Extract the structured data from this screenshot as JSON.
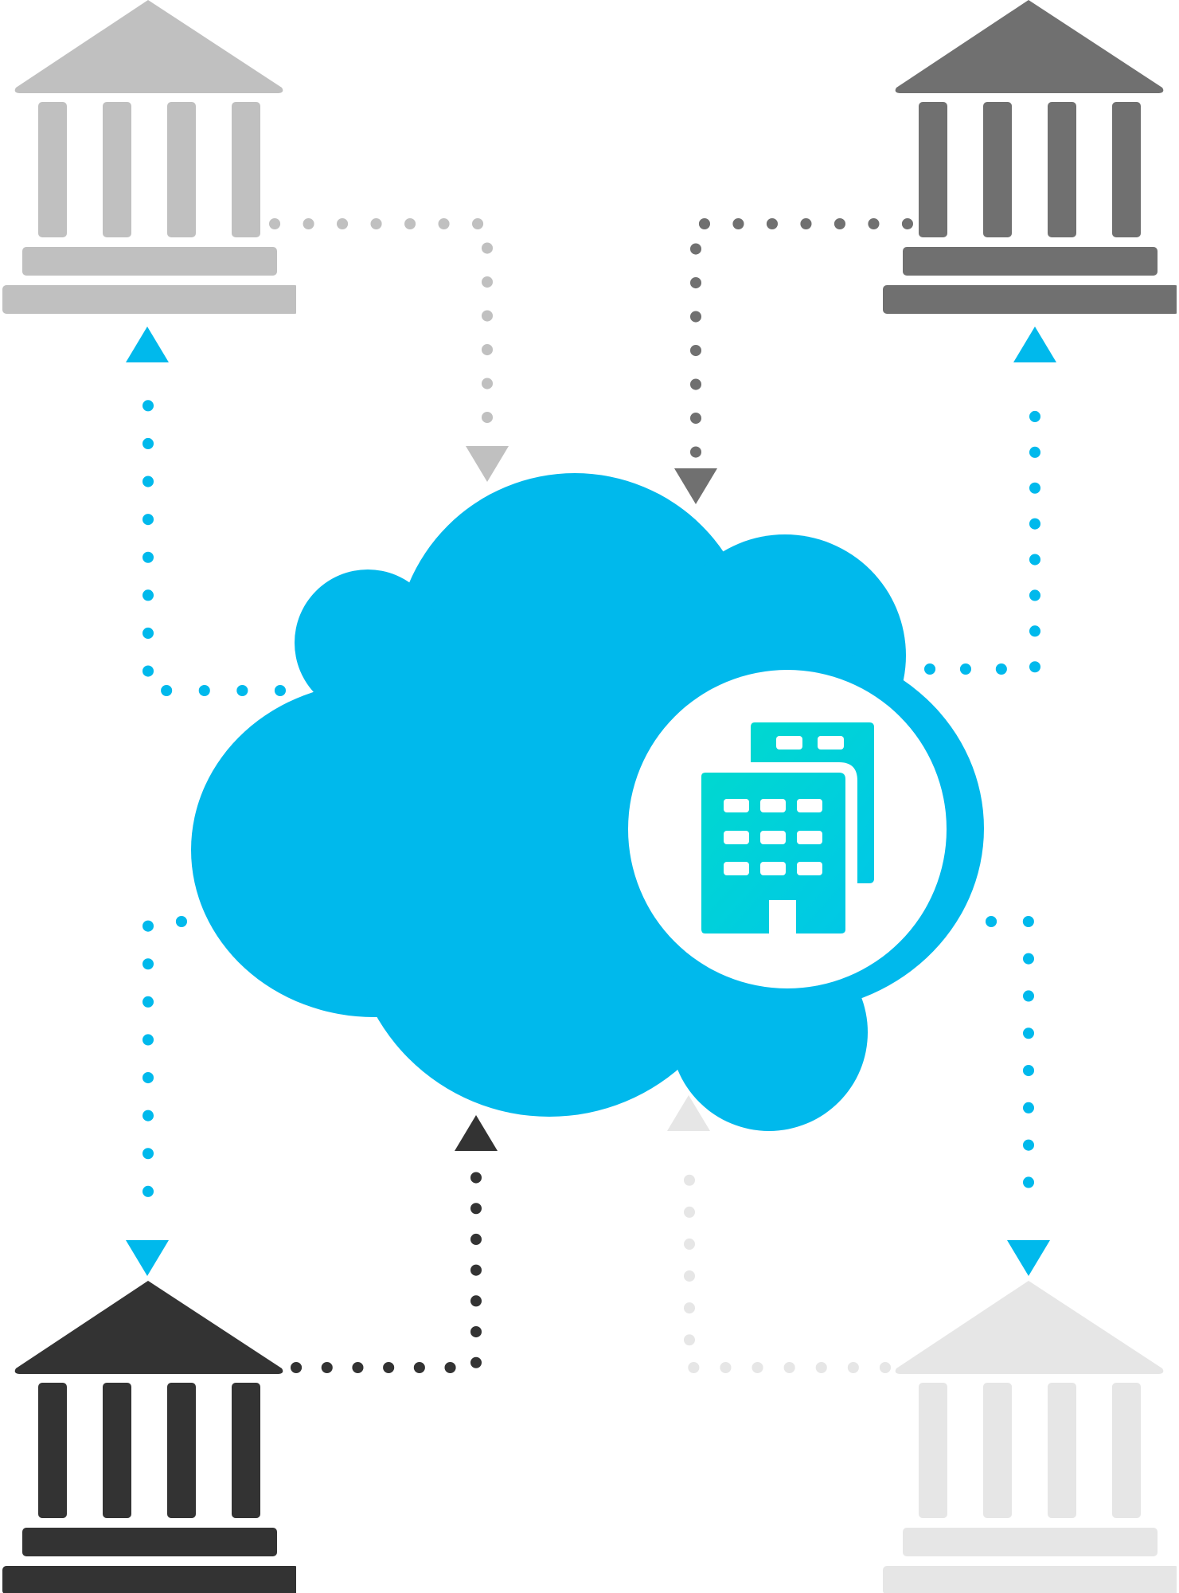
{
  "diagram": {
    "nodes": [
      {
        "id": "institution-top-left",
        "icon": "bank-building-icon",
        "color": "#c0c0c0"
      },
      {
        "id": "institution-top-right",
        "icon": "bank-building-icon",
        "color": "#707070"
      },
      {
        "id": "institution-bottom-left",
        "icon": "bank-building-icon",
        "color": "#333333"
      },
      {
        "id": "institution-bottom-right",
        "icon": "bank-building-icon",
        "color": "#e6e6e6"
      },
      {
        "id": "cloud-hub",
        "icon": "cloud-icon",
        "color": "#00b9ec"
      },
      {
        "id": "company",
        "icon": "office-buildings-icon",
        "color": "#00d4d4",
        "gradient_to": "#00c8e8"
      }
    ],
    "connections": [
      {
        "from": "institution-top-left",
        "to": "cloud-hub",
        "color": "#c0c0c0",
        "style": "dotted"
      },
      {
        "from": "institution-top-right",
        "to": "cloud-hub",
        "color": "#707070",
        "style": "dotted"
      },
      {
        "from": "institution-bottom-left",
        "to": "cloud-hub",
        "color": "#333333",
        "style": "dotted"
      },
      {
        "from": "institution-bottom-right",
        "to": "cloud-hub",
        "color": "#e6e6e6",
        "style": "dotted"
      },
      {
        "from": "cloud-hub",
        "to": "institution-top-left",
        "color": "#00b9ec",
        "style": "dotted"
      },
      {
        "from": "cloud-hub",
        "to": "institution-top-right",
        "color": "#00b9ec",
        "style": "dotted"
      },
      {
        "from": "cloud-hub",
        "to": "institution-bottom-left",
        "color": "#00b9ec",
        "style": "dotted"
      },
      {
        "from": "cloud-hub",
        "to": "institution-bottom-right",
        "color": "#00b9ec",
        "style": "dotted"
      }
    ]
  }
}
